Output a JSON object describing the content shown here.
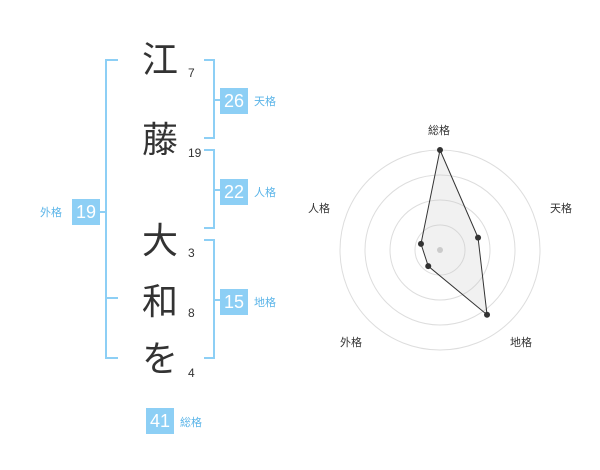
{
  "name": {
    "chars": [
      {
        "char": "江",
        "strokes": "7"
      },
      {
        "char": "藤",
        "strokes": "19"
      },
      {
        "char": "大",
        "strokes": "3"
      },
      {
        "char": "和",
        "strokes": "8"
      },
      {
        "char": "を",
        "strokes": "4"
      }
    ]
  },
  "kaku": {
    "tenkaku": {
      "value": "26",
      "label": "天格"
    },
    "jinkaku": {
      "value": "22",
      "label": "人格"
    },
    "chikaku": {
      "value": "15",
      "label": "地格"
    },
    "gaikaku": {
      "value": "19",
      "label": "外格"
    },
    "soukaku": {
      "value": "41",
      "label": "総格"
    }
  },
  "chart_data": {
    "type": "radar",
    "axes": [
      "総格",
      "天格",
      "地格",
      "外格",
      "人格"
    ],
    "values": [
      5,
      2,
      4,
      1,
      1
    ],
    "max": 5,
    "rings": 4,
    "accent_color": "#8dcff5"
  }
}
